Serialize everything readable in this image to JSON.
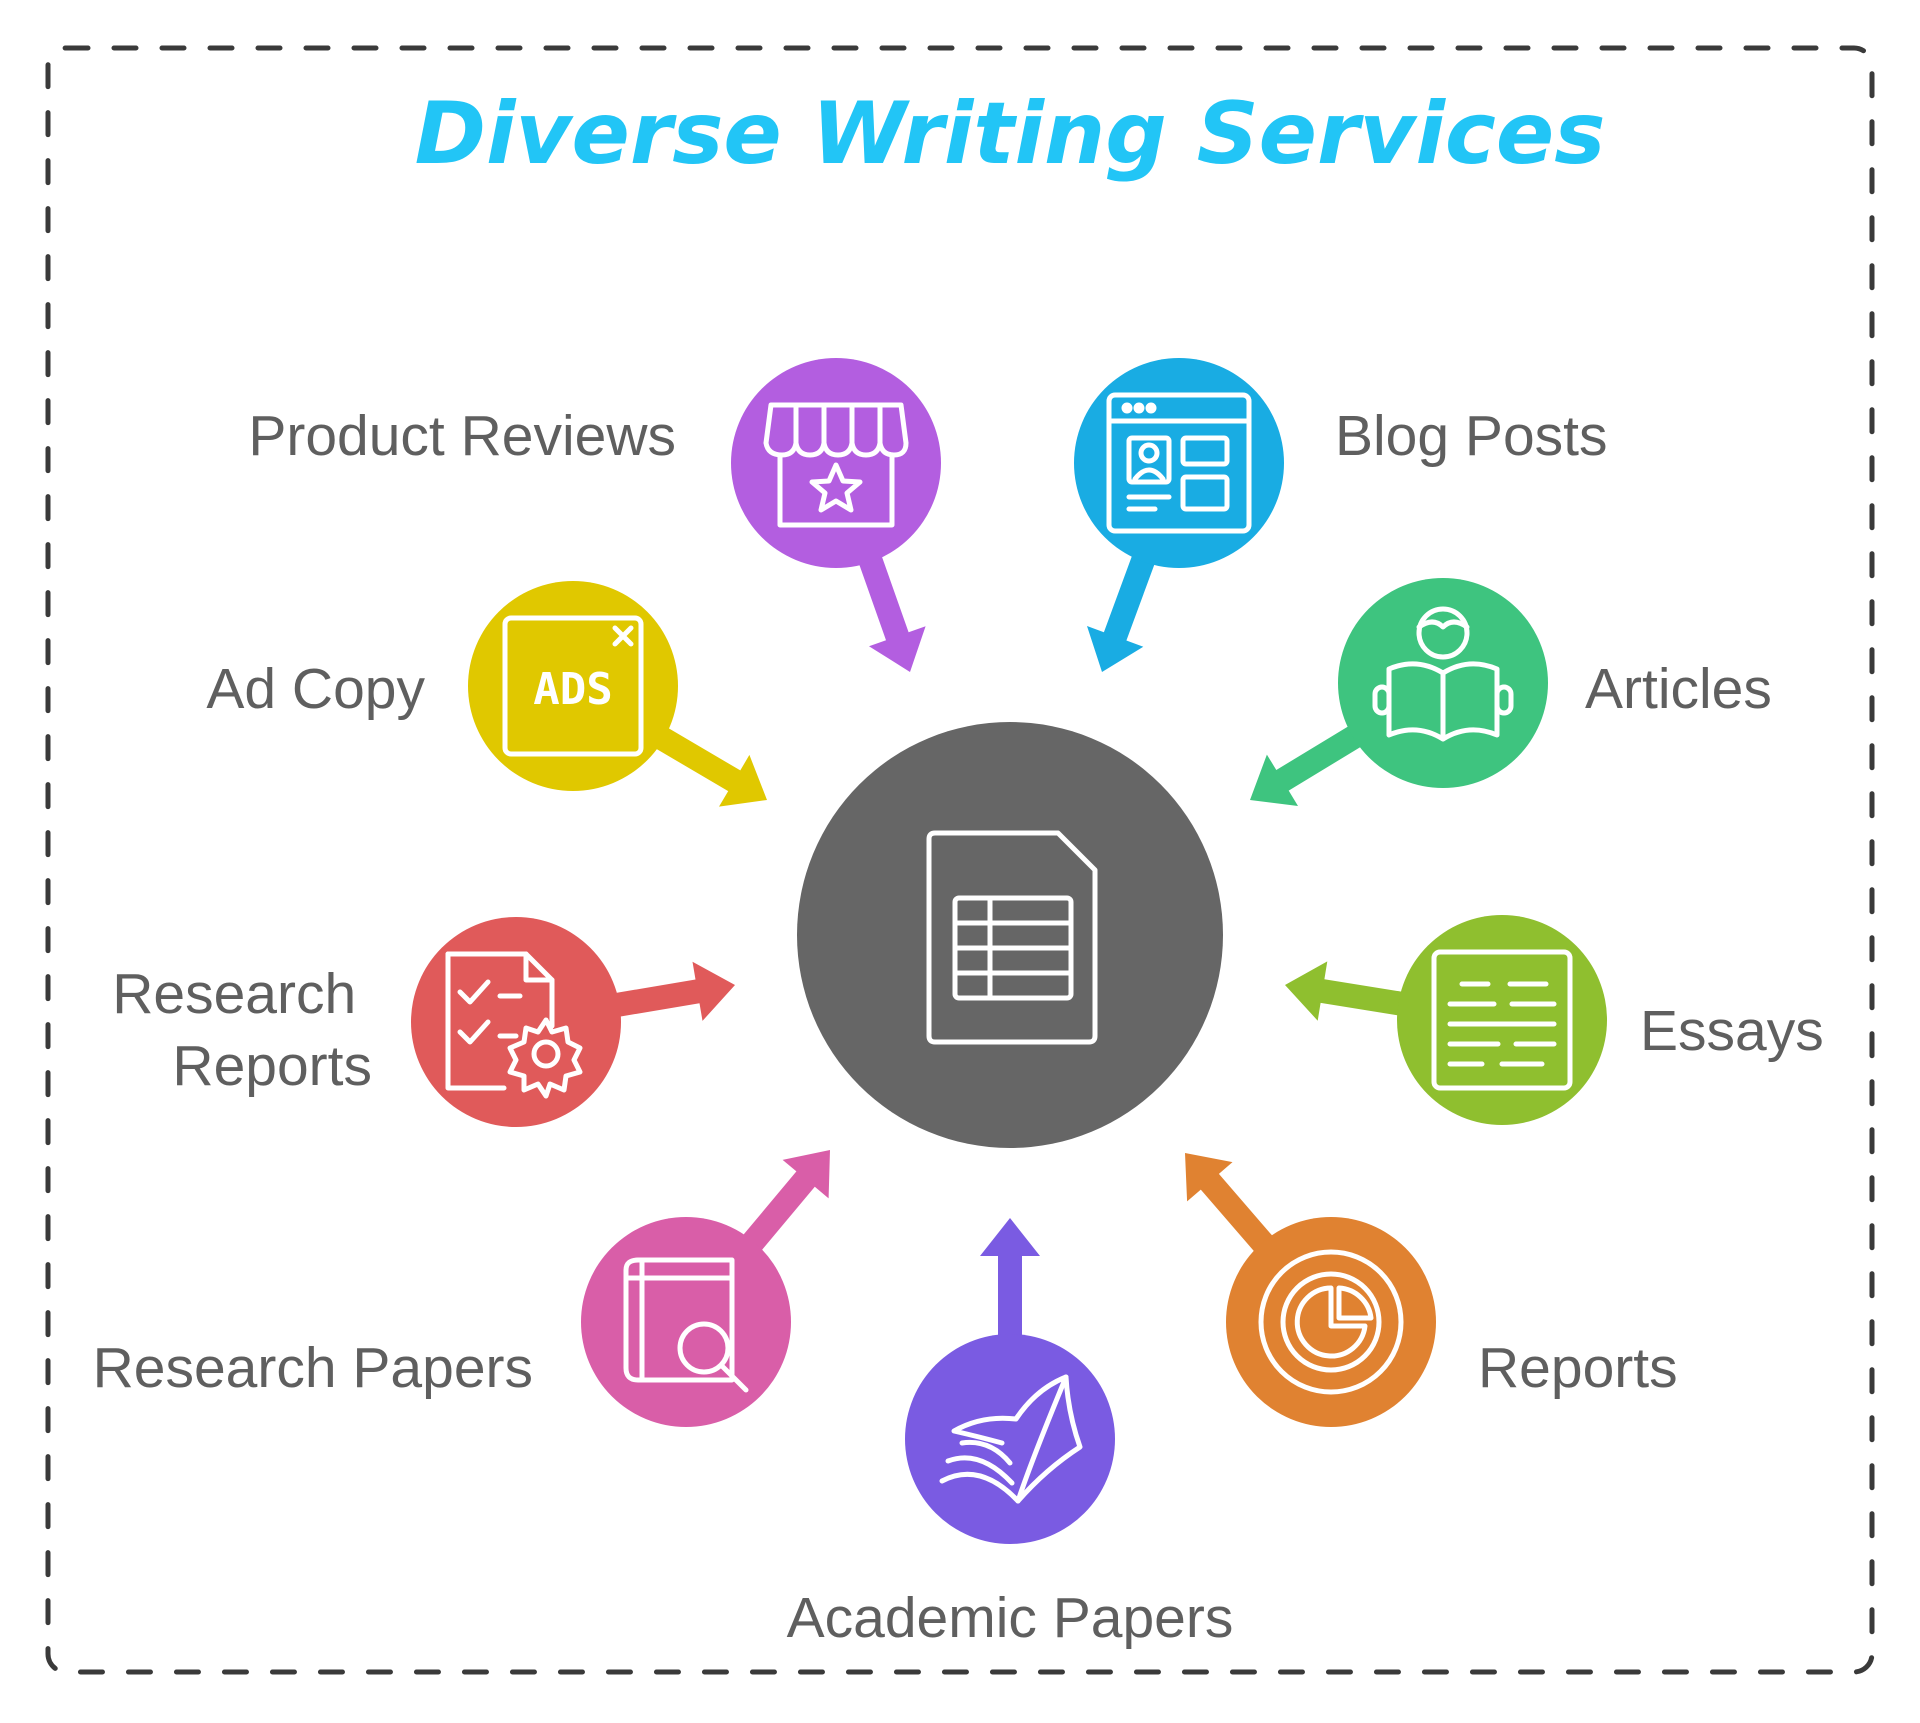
{
  "title": "Diverse Writing Services",
  "colors": {
    "title": "#22c5f6",
    "hub": "#666666",
    "label": "#5f5f5f",
    "border": "#3a3a3a"
  },
  "hub": {
    "icon": "spreadsheet-document-icon"
  },
  "services": [
    {
      "label": "Product Reviews",
      "color": "#b35ee0",
      "icon": "storefront-star-icon",
      "direction": "in"
    },
    {
      "label": "Blog Posts",
      "color": "#19ace3",
      "icon": "web-browser-layout-icon",
      "direction": "in"
    },
    {
      "label": "Articles",
      "color": "#3ec47f",
      "icon": "person-reading-icon",
      "direction": "in"
    },
    {
      "label": "Essays",
      "color": "#8fbf2f",
      "icon": "text-document-icon",
      "direction": "in"
    },
    {
      "label": "Reports",
      "color": "#e08231",
      "icon": "pie-chart-icon",
      "direction": "out"
    },
    {
      "label": "Academic Papers",
      "color": "#7a5be2",
      "icon": "open-book-icon",
      "direction": "out"
    },
    {
      "label": "Research Papers",
      "color": "#d95ea8",
      "icon": "book-search-icon",
      "direction": "out"
    },
    {
      "label": "Research Reports",
      "color": "#e05a5a",
      "icon": "document-checklist-gear-icon",
      "direction": "out"
    },
    {
      "label": "Ad Copy",
      "color": "#e0c800",
      "icon": "ads-window-icon",
      "direction": "in"
    }
  ]
}
